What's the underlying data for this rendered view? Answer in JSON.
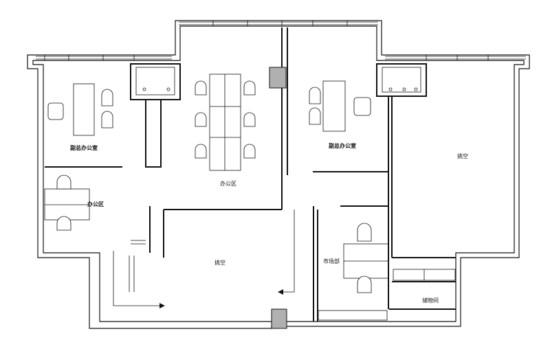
{
  "rooms": {
    "deputy_office_left": "副总办公室",
    "office_area_left": "办公区",
    "office_area_center": "办公区",
    "deputy_office_right": "副总办公室",
    "void_right": "挑空",
    "void_center": "挑空",
    "marketing": "市场部",
    "storage": "储物间"
  },
  "colors": {
    "wall": "#111111",
    "column": "#b0b0b0",
    "background": "#ffffff"
  }
}
